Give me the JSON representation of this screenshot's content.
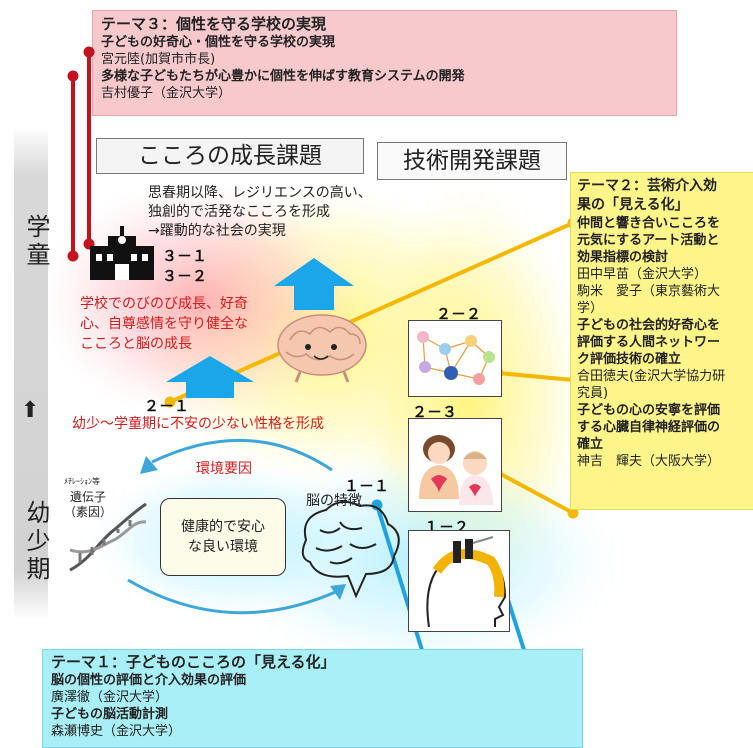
{
  "theme3": {
    "title": "テーマ３：個性を守る学校の実現",
    "items": [
      {
        "heading": "子どもの好奇心・個性を守る学校の実現",
        "person": "宮元陸(加賀市市長)"
      },
      {
        "heading": "多様な子どもたちが心豊かに個性を伸ばす教育システムの開発",
        "person": "吉村優子（金沢大学）"
      }
    ]
  },
  "theme2": {
    "title_line1": "テーマ２：芸術介入効",
    "title_line2": "果の「見える化」",
    "items": [
      {
        "heading": [
          "仲間と響き合いこころを",
          "元気にするアート活動と",
          "効果指標の検討"
        ],
        "persons": [
          "田中早苗（金沢大学）",
          "駒米　愛子（東京藝術大",
          "学）"
        ]
      },
      {
        "heading": [
          "子どもの社会的好奇心を",
          "評価する人間ネットワー",
          "ク評価技術の確立"
        ],
        "persons": [
          "合田徳夫(金沢大学協力研",
          "究員)"
        ]
      },
      {
        "heading": [
          "子どもの心の安寧を評価",
          "する心臓自律神経評価の",
          "確立"
        ],
        "persons": [
          "神吉　輝夫（大阪大学）"
        ]
      }
    ]
  },
  "theme1": {
    "title": "テーマ１：子どものこころの「見える化」",
    "items": [
      {
        "heading": "脳の個性の評価と介入効果の評価",
        "person": "廣澤徹（金沢大学）"
      },
      {
        "heading": "子どもの脳活動計測",
        "person": "森瀬博史（金沢大学）"
      }
    ]
  },
  "sidebar": {
    "upper": "学童",
    "lower": "幼少期",
    "arrow": "⬆"
  },
  "headers": {
    "heart": "こころの成長課題",
    "tech": "技術開発課題"
  },
  "goal_text": [
    "思春期以降、レジリエンスの高い、",
    "独創的で活発なこころを形成",
    "→躍動的な社会の実現"
  ],
  "labels": {
    "n31": "３－１",
    "n32": "３－２",
    "n22": "２－２",
    "n23": "２－３",
    "n21": "２－１",
    "n11": "１－１",
    "n12": "１－２"
  },
  "school_text": [
    "学校でのびのび成長、好奇",
    "心、自尊感情を守り健全な",
    "こころと脳の成長"
  ],
  "infancy_text": "幼少～学童期に不安の少ない性格を形成",
  "environment_label": "環境要因",
  "environment_box": [
    "健康的で安心",
    "な良い環境"
  ],
  "gene_small": "ﾒﾁﾚｰｼｮﾝ等",
  "gene_label": "遺伝子",
  "gene_sub": "（素因）",
  "brain_label": "脳の特徴",
  "colors": {
    "theme3_bg": "#f7c9cc",
    "theme2_bg": "#fdf58a",
    "theme1_bg": "#a8eff7",
    "red_line": "#c4121f",
    "orange_line": "#f5b800",
    "blue_line": "#1fa3e0",
    "up_arrow": "#1aa6e8",
    "red_text": "#d11c1c"
  }
}
